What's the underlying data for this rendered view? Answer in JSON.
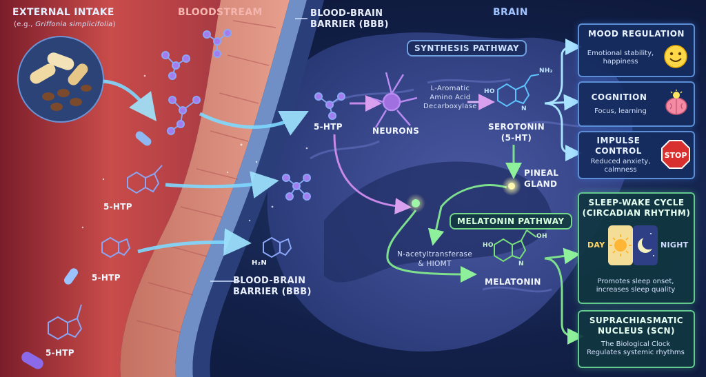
{
  "intake": {
    "title": "EXTERNAL INTAKE",
    "note_prefix": "(e.g., ",
    "note_species": "Griffonia simplicifolia",
    "note_suffix": ")"
  },
  "bloodstream_label": "BLOODSTREAM",
  "bbb_top": {
    "line1": "BLOOD-BRAIN",
    "line2": "BARRIER (BBB)"
  },
  "bbb_bottom": {
    "line1": "BLOOD-BRAIN",
    "line2": "BARRIER (BBB)"
  },
  "brain_label": "BRAIN",
  "blood_molecules": [
    "5-HTP",
    "5-HTP",
    "5-HTP"
  ],
  "brain_5htp": "5-HTP",
  "synthesis_pathway": "SYNTHESIS PATHWAY",
  "neurons": "NEURONS",
  "enzyme": {
    "line1": "L-Aromatic",
    "line2": "Amino Acid",
    "line3": "Decarboxylase"
  },
  "serotonin": {
    "line1": "SEROTONIN",
    "line2": "(5-HT)",
    "ho": "HO",
    "nh2": "NH₂",
    "n": "N"
  },
  "pineal": {
    "line1": "PINEAL",
    "line2": "GLAND"
  },
  "melatonin_pathway": "MELATONIN PATHWAY",
  "melatonin_enzymes": {
    "line1": "N-acetyltransferase",
    "line2": "& HIOMT"
  },
  "melatonin": {
    "label": "MELATONIN",
    "ho": "HO",
    "oh": "OH",
    "n": "N"
  },
  "h2n": "H₂N",
  "cards": {
    "mood": {
      "title": "MOOD REGULATION",
      "line1": "Emotional stability,",
      "line2": "happiness"
    },
    "cognition": {
      "title": "COGNITION",
      "line1": "Focus, learning"
    },
    "impulse": {
      "title1": "IMPULSE",
      "title2": "CONTROL",
      "line1": "Reduced anxiety,",
      "line2": "calmness",
      "sign": "STOP"
    },
    "sleep": {
      "title1": "SLEEP-WAKE CYCLE",
      "title2": "(CIRCADIAN RHYTHM)",
      "day": "DAY",
      "night": "NIGHT",
      "line1": "Promotes sleep onset,",
      "line2": "increases sleep quality"
    },
    "scn": {
      "title1": "SUPRACHIASMATIC",
      "title2": "NUCLEUS (SCN)",
      "line1": "The Biological Clock",
      "line2": "Regulates systemic rhythms"
    }
  },
  "icons": {
    "capsule": "capsule-icon",
    "seed": "seed-icon",
    "smile": "smiley-face-icon",
    "brain": "brain-lightbulb-icon",
    "stop": "stop-sign-icon",
    "sun": "sun-icon",
    "moon": "moon-icon",
    "neuron": "neuron-icon",
    "molecule": "molecule-icon"
  },
  "colors": {
    "vessel": "#c44a4a",
    "wall": "#d9877a",
    "brain": "#3c4f92",
    "blue_arrow": "#7fd9ff",
    "purple_arrow": "#c889e8",
    "green_arrow": "#7ee08d",
    "box_border": "#5d8fd6",
    "green_border": "#63c98f"
  }
}
